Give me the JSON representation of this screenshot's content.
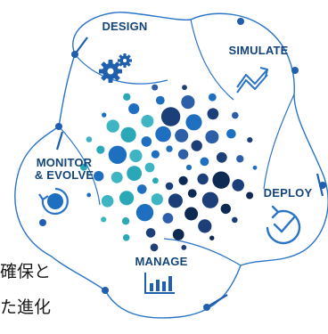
{
  "stages": {
    "design": "DESIGN",
    "simulate": "SIMULATE",
    "deploy": "DEPLOY",
    "manage": "MANAGE",
    "monitor": "MONITOR\n& EVOLVE"
  },
  "side_text": {
    "line1": "確保と",
    "line2": "た進化"
  },
  "icons": {
    "design": "gears-icon",
    "simulate": "trend-arrows-icon",
    "deploy": "cycle-check-icon",
    "manage": "bar-chart-icon",
    "monitor": "cycle-icon"
  },
  "colors": {
    "outline": "#2a74c8",
    "node": "#1f5fae",
    "text": "#14457a",
    "dot_teal": "#2aa8b8",
    "dot_blue": "#1f6fc0",
    "dot_navy": "#0e2a52"
  }
}
